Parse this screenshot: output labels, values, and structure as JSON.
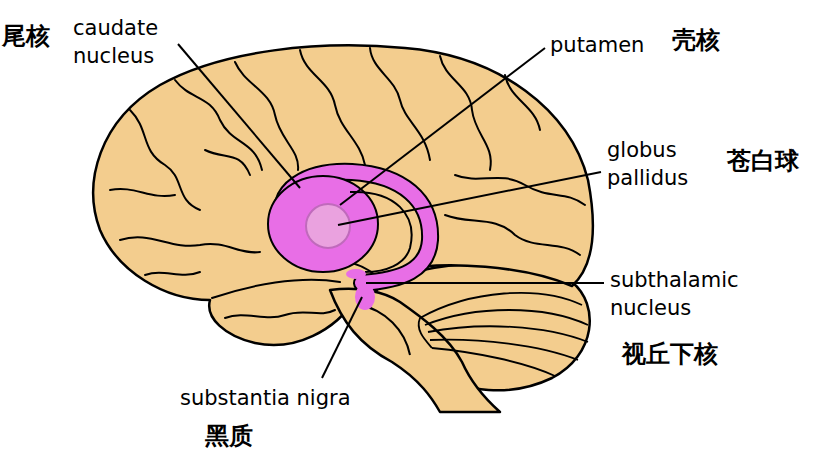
{
  "diagram": {
    "labels": [
      "尾核",
      "caudate nucleus",
      "putamen",
      "壳核",
      "globus pallidus",
      "苍白球",
      "subthalamic nucleus",
      "视丘下核",
      "substantia nigra",
      "黑质"
    ]
  }
}
